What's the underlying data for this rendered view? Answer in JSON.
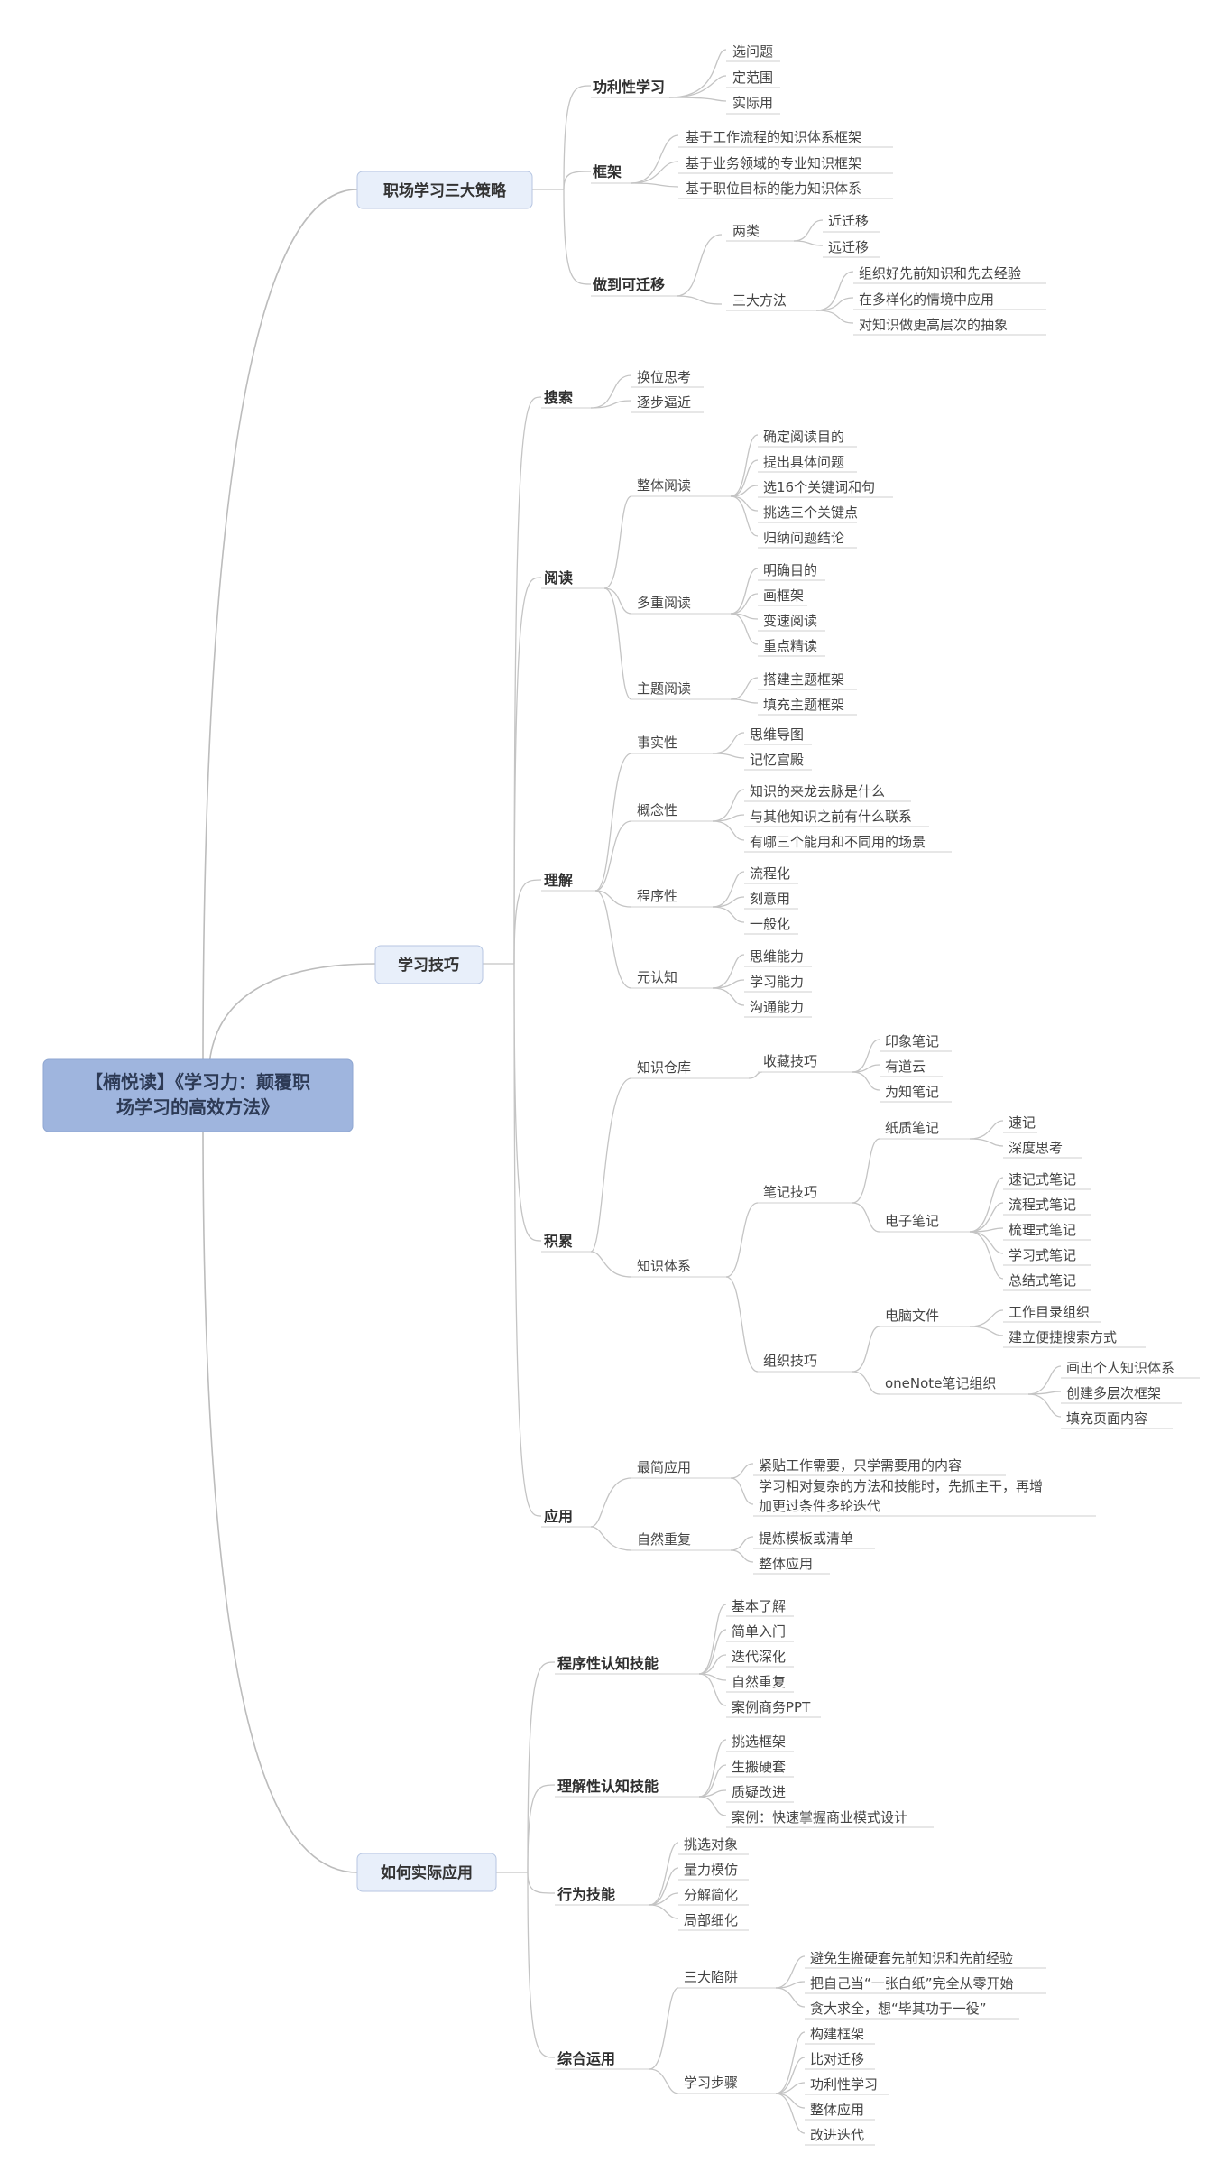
{
  "root": {
    "line1": "【楠悦读】《学习力：颠覆职",
    "line2": "场学习的高效方法》"
  },
  "branch1": {
    "title": "职场学习三大策略",
    "s1": {
      "title": "功利性学习",
      "items": [
        "选问题",
        "定范围",
        "实际用"
      ]
    },
    "s2": {
      "title": "框架",
      "items": [
        "基于工作流程的知识体系框架",
        "基于业务领域的专业知识框架",
        "基于职位目标的能力知识体系"
      ]
    },
    "s3": {
      "title": "做到可迁移",
      "a": {
        "title": "两类",
        "items": [
          "近迁移",
          "远迁移"
        ]
      },
      "b": {
        "title": "三大方法",
        "items": [
          "组织好先前知识和先去经验",
          "在多样化的情境中应用",
          "对知识做更高层次的抽象"
        ]
      }
    }
  },
  "branch2": {
    "title": "学习技巧",
    "search": {
      "title": "搜索",
      "items": [
        "换位思考",
        "逐步逼近"
      ]
    },
    "reading": {
      "title": "阅读",
      "a": {
        "title": "整体阅读",
        "items": [
          "确定阅读目的",
          "提出具体问题",
          "选16个关键词和句",
          "挑选三个关键点",
          "归纳问题结论"
        ]
      },
      "b": {
        "title": "多重阅读",
        "items": [
          "明确目的",
          "画框架",
          "变速阅读",
          "重点精读"
        ]
      },
      "c": {
        "title": "主题阅读",
        "items": [
          "搭建主题框架",
          "填充主题框架"
        ]
      }
    },
    "understand": {
      "title": "理解",
      "a": {
        "title": "事实性",
        "items": [
          "思维导图",
          "记忆宫殿"
        ]
      },
      "b": {
        "title": "概念性",
        "items": [
          "知识的来龙去脉是什么",
          "与其他知识之前有什么联系",
          "有哪三个能用和不同用的场景"
        ]
      },
      "c": {
        "title": "程序性",
        "items": [
          "流程化",
          "刻意用",
          "一般化"
        ]
      },
      "d": {
        "title": "元认知",
        "items": [
          "思维能力",
          "学习能力",
          "沟通能力"
        ]
      }
    },
    "accumulate": {
      "title": "积累",
      "warehouse": {
        "title": "知识仓库",
        "collect": {
          "title": "收藏技巧",
          "items": [
            "印象笔记",
            "有道云",
            "为知笔记"
          ]
        }
      },
      "system": {
        "title": "知识体系",
        "notes": {
          "title": "笔记技巧",
          "paper": {
            "title": "纸质笔记",
            "items": [
              "速记",
              "深度思考"
            ]
          },
          "digital": {
            "title": "电子笔记",
            "items": [
              "速记式笔记",
              "流程式笔记",
              "梳理式笔记",
              "学习式笔记",
              "总结式笔记"
            ]
          }
        },
        "org": {
          "title": "组织技巧",
          "pc": {
            "title": "电脑文件",
            "items": [
              "工作目录组织",
              "建立便捷搜索方式"
            ]
          },
          "onenote": {
            "title": "oneNote笔记组织",
            "items": [
              "画出个人知识体系",
              "创建多层次框架",
              "填充页面内容"
            ]
          }
        }
      }
    },
    "apply": {
      "title": "应用",
      "a": {
        "title": "最简应用",
        "items": [
          "紧贴工作需要，只学需要用的内容"
        ],
        "long_line1": "学习相对复杂的方法和技能时，先抓主干，再增",
        "long_line2": "加更过条件多轮迭代"
      },
      "b": {
        "title": "自然重复",
        "items": [
          "提炼模板或清单",
          "整体应用"
        ]
      }
    }
  },
  "branch3": {
    "title": "如何实际应用",
    "procedural": {
      "title": "程序性认知技能",
      "items": [
        "基本了解",
        "简单入门",
        "迭代深化",
        "自然重复",
        "案例商务PPT"
      ]
    },
    "comprehension": {
      "title": "理解性认知技能",
      "items": [
        "挑选框架",
        "生搬硬套",
        "质疑改进",
        "案例：快速掌握商业模式设计"
      ]
    },
    "behavior": {
      "title": "行为技能",
      "items": [
        "挑选对象",
        "量力模仿",
        "分解简化",
        "局部细化"
      ]
    },
    "comprehensive": {
      "title": "综合运用",
      "traps": {
        "title": "三大陷阱",
        "items": [
          "避免生搬硬套先前知识和先前经验",
          "把自己当“一张白纸”完全从零开始",
          "贪大求全，想“毕其功于一役”"
        ]
      },
      "steps": {
        "title": "学习步骤",
        "items": [
          "构建框架",
          "比对迁移",
          "功利性学习",
          "整体应用",
          "改进迭代"
        ]
      }
    }
  }
}
